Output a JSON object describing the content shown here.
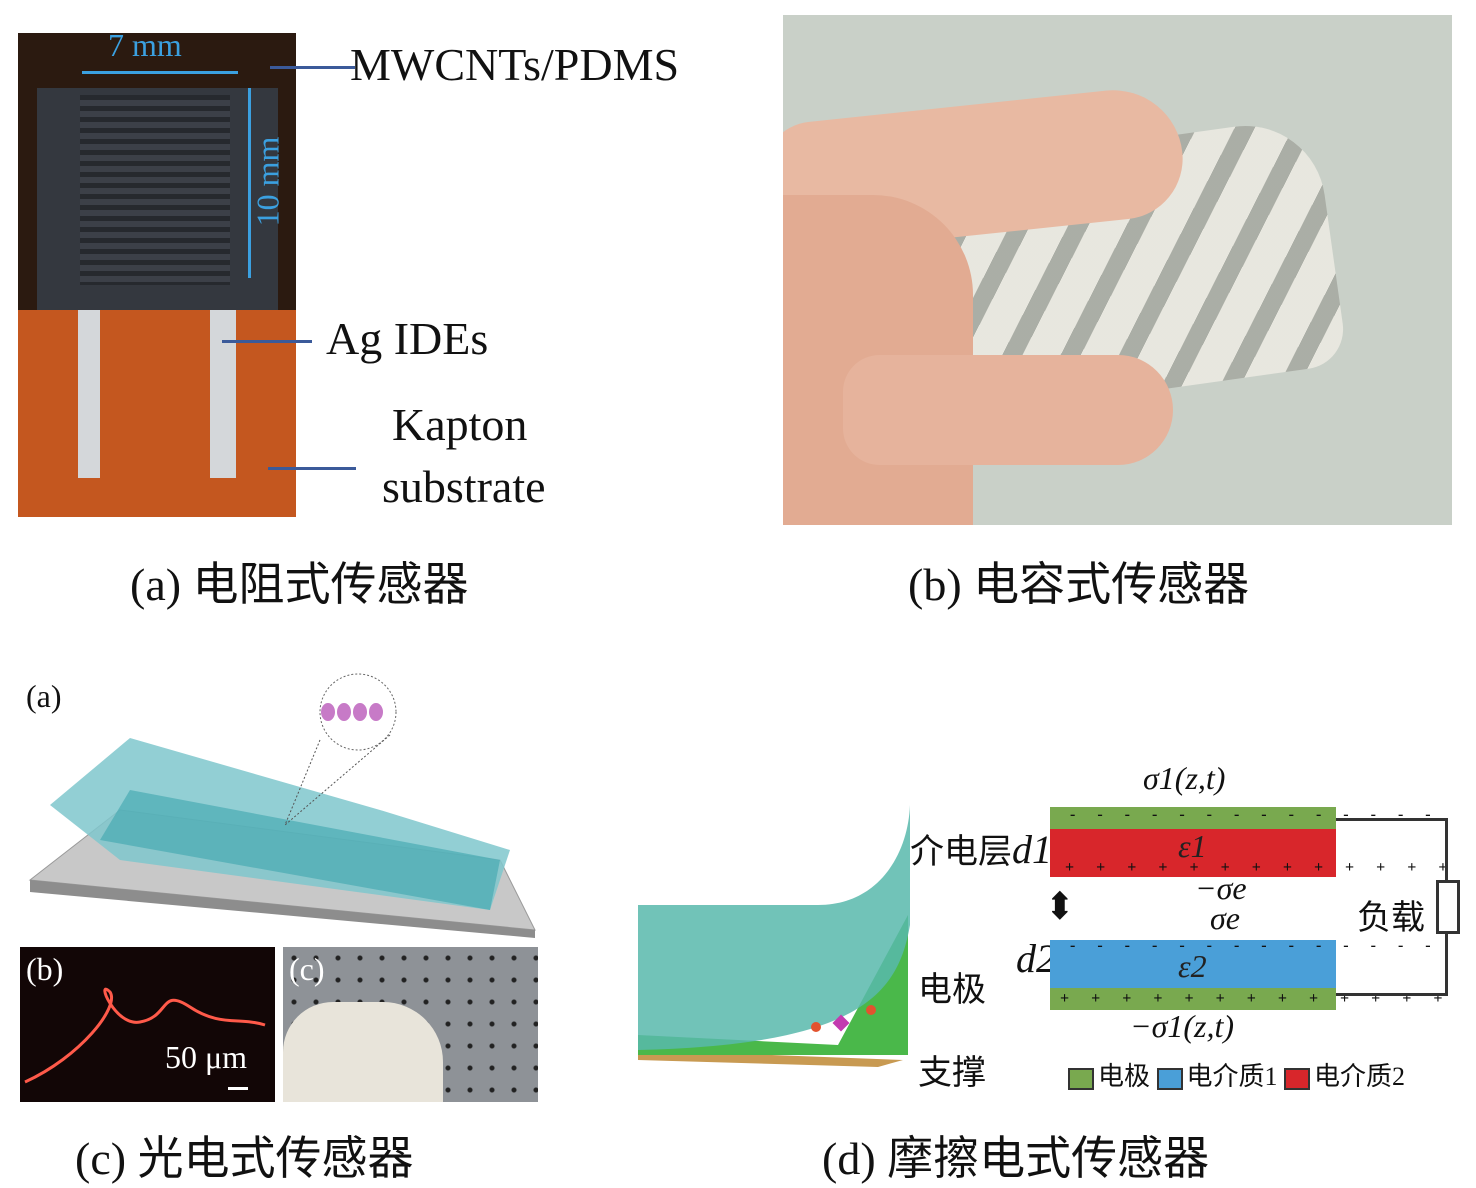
{
  "panel_a": {
    "caption": "(a) 电阻式传感器",
    "width_label": "7 mm",
    "height_label": "10 mm",
    "label_top": "MWCNTs/PDMS",
    "label_mid": "Ag IDEs",
    "label_bottom_1": "Kapton",
    "label_bottom_2": "substrate"
  },
  "panel_b": {
    "caption": "(b) 电容式传感器"
  },
  "panel_c": {
    "caption": "(c) 光电式传感器",
    "sub_a": "(a)",
    "sub_b": "(b)",
    "sub_c": "(c)",
    "scale": "50 μm"
  },
  "panel_d": {
    "caption": "(d) 摩擦电式传感器",
    "top_charge": "σ1(z,t)",
    "bottom_charge": "−σ1(z,t)",
    "neg_sigma_e": "−σe",
    "sigma_e": "σe",
    "eps1": "ε1",
    "eps2": "ε2",
    "d1": "d1",
    "d2": "d2",
    "dielectric_layer": "介电层",
    "electrode": "电极",
    "support": "支撑",
    "load": "负载",
    "legend": [
      {
        "label": "电极",
        "color": "#79a94f"
      },
      {
        "label": "电介质1",
        "color": "#4a9fd8"
      },
      {
        "label": "电介质2",
        "color": "#d8262b"
      }
    ]
  }
}
